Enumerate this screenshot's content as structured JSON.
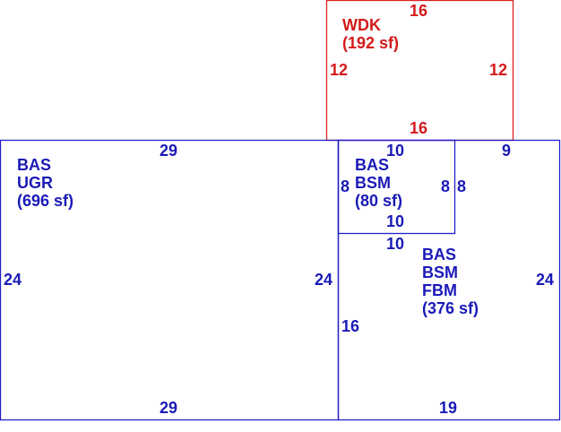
{
  "colors": {
    "primary_outline": "#2020c8",
    "primary_text": "#1a1ab8",
    "deck_outline": "#e02020",
    "deck_text": "#d41a1a",
    "background": "#ffffff"
  },
  "areas": {
    "wdk": {
      "line1": "WDK",
      "line2": "(192 sf)",
      "dims": {
        "top": "16",
        "bottom": "16",
        "left": "12",
        "right": "12"
      }
    },
    "ugr": {
      "line1": "BAS",
      "line2": "UGR",
      "line3": "(696 sf)",
      "dims": {
        "top": "29",
        "bottom": "29",
        "left": "24",
        "right": "24"
      }
    },
    "bsm": {
      "line1": "BAS",
      "line2": "BSM",
      "line3": "(80 sf)",
      "dims": {
        "top": "10",
        "bottom": "10",
        "left": "8",
        "right": "8"
      }
    },
    "fbm": {
      "line1": "BAS",
      "line2": "BSM",
      "line3": "FBM",
      "line4": "(376 sf)",
      "dims": {
        "top_inner": "10",
        "top_right": "9",
        "right_of_bsm": "8",
        "left": "16",
        "right": "24",
        "bottom": "19"
      }
    }
  }
}
